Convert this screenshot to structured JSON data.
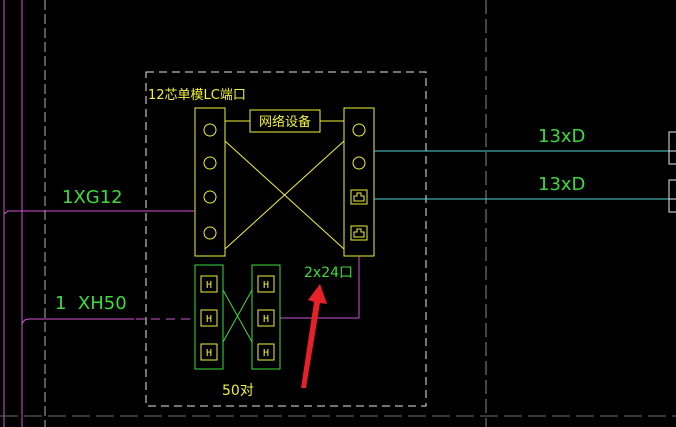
{
  "labels": {
    "cabinet_title": "12芯单模LC端口",
    "network_device": "网络设备",
    "cable_top": "13xD",
    "cable_bottom": "13xD",
    "cable_1xg12": "1XG12",
    "cable_xh50": "1  XH50",
    "port_count": "2x24口",
    "pairs_count": "50对",
    "jack_h": "H"
  },
  "colors": {
    "background": "#000000",
    "magenta": "#d255d2",
    "yellow": "#f0f03c",
    "green": "#3cdc3c",
    "cyan": "#50d2d2",
    "white_frame": "#e6e6e6",
    "arrow_red": "#e8202a",
    "grid_gray": "#6e6e6e"
  }
}
